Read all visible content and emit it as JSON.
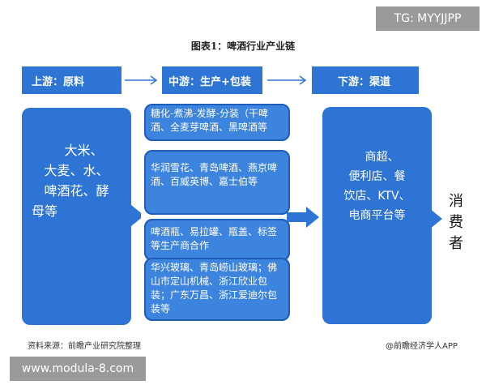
{
  "watermark_tag": "TG: MYYJJPP",
  "title": "图表1：啤酒行业产业链",
  "headers": {
    "upstream": "上游：原料",
    "midstream": "中游：生产+包装",
    "downstream": "下游：渠道"
  },
  "upstream_text_lines": [
    "大米、",
    "大麦、水、",
    "啤酒花、酵",
    "母等"
  ],
  "mid_cards": [
    "糖化-煮沸-发酵-分装（干啤酒、全麦芽啤酒、黑啤酒等",
    "华润雪花、青岛啤酒、燕京啤酒、百威英博、嘉士伯等",
    "啤酒瓶、易拉罐、瓶盖、标签等生产商合作",
    "华兴玻璃、青岛崂山玻璃；佛山市定山机械、浙江欣业包装；广东万昌、浙江爱迪尔包装等"
  ],
  "downstream_text_lines": [
    "商超、",
    "便利店、餐",
    "饮店、KTV、",
    "电商平台等"
  ],
  "consumer_lines": [
    "消",
    "费",
    "者"
  ],
  "source": "资料来源：前瞻产业研究院整理",
  "credit": "@前瞻经济学人APP",
  "site_tag": "www.modula-8.com",
  "colors": {
    "box_blue": "#2e74d4",
    "card_blue": "#3d84df",
    "arrow_blue": "#2e74d4"
  }
}
